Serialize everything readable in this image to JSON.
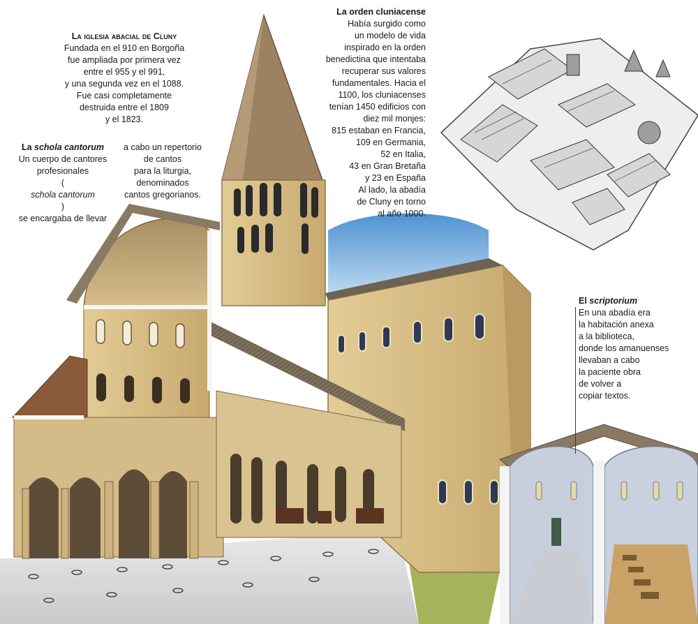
{
  "iglesia": {
    "title": "La iglesia abacial de Cluny",
    "lines": [
      "Fundada en el 910 en Borgoña",
      "fue ampliada por primera vez",
      "entre el 955 y el 991,",
      "y una segunda vez en el 1088.",
      "Fue casi completamente",
      "destruida entre el 1809",
      "y el 1823."
    ]
  },
  "schola": {
    "title_prefix": "La ",
    "title_italic": "schola cantorum",
    "col1": {
      "line1": "Un cuerpo de cantores",
      "line2": "profesionales",
      "line3_open": "(",
      "line3_italic": "schola cantorum",
      "line3_close": ")",
      "line4": "se encargaba de llevar"
    },
    "col2": [
      "a cabo un repertorio",
      "de cantos",
      "para la liturgia,",
      "denominados",
      "cantos gregorianos."
    ]
  },
  "orden": {
    "title": "La orden cluniacense",
    "lines": [
      "Había surgido como",
      "un modelo de vida",
      "inspirado en la orden",
      "benedictina que intentaba",
      "recuperar sus valores",
      "fundamentales. Hacia el",
      "1100, los cluniacenses",
      "tenían 1450 edificios con",
      "diez mil monjes:",
      "815 estaban en Francia,",
      "109 en Germania,",
      "52 en Italia,",
      "43 en Gran Bretaña",
      "y 23 en España",
      "Al lado, la abadía",
      "de Cluny en torno",
      "al año 1000."
    ]
  },
  "scriptorium": {
    "title_prefix": "El ",
    "title_italic": "scriptorium",
    "lines": [
      "En una abadía era",
      "la habitación anexa",
      "a la biblioteca,",
      "donde los amanuenses",
      "llevaban a cabo",
      "la paciente obra",
      "de volver a",
      "copiar textos."
    ]
  },
  "colors": {
    "stone": "#d9bf8a",
    "stone_shade": "#b89a63",
    "roof": "#8a7a63",
    "sky": "#6aa6d9",
    "floor": "#d8d9da",
    "grass": "#a7b35a",
    "wood_floor": "#c9a268"
  }
}
